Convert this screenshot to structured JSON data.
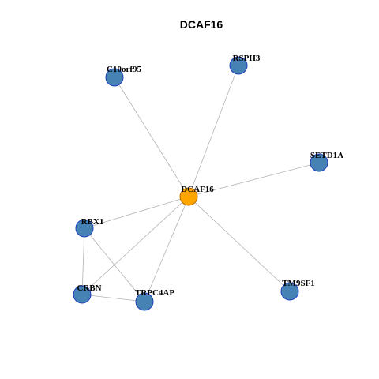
{
  "title": "DCAF16",
  "colors": {
    "hub_fill": "#FFA500",
    "hub_stroke": "#B36B00",
    "node_fill": "#4682B4",
    "node_stroke": "#1F3FBF",
    "edge": "#B3B3B3"
  },
  "nodes": [
    {
      "id": "DCAF16",
      "label": "DCAF16",
      "hub": true
    },
    {
      "id": "C10orf95",
      "label": "C10orf95"
    },
    {
      "id": "RSPH3",
      "label": "RSPH3"
    },
    {
      "id": "SETD1A",
      "label": "SETD1A"
    },
    {
      "id": "RBX1",
      "label": "RBX1"
    },
    {
      "id": "CRBN",
      "label": "CRBN"
    },
    {
      "id": "TRPC4AP",
      "label": "TRPC4AP"
    },
    {
      "id": "TM9SF1",
      "label": "TM9SF1"
    }
  ],
  "edges": [
    [
      "DCAF16",
      "C10orf95"
    ],
    [
      "DCAF16",
      "RSPH3"
    ],
    [
      "DCAF16",
      "SETD1A"
    ],
    [
      "DCAF16",
      "RBX1"
    ],
    [
      "DCAF16",
      "CRBN"
    ],
    [
      "DCAF16",
      "TRPC4AP"
    ],
    [
      "DCAF16",
      "TM9SF1"
    ],
    [
      "RBX1",
      "CRBN"
    ],
    [
      "RBX1",
      "TRPC4AP"
    ],
    [
      "CRBN",
      "TRPC4AP"
    ]
  ]
}
